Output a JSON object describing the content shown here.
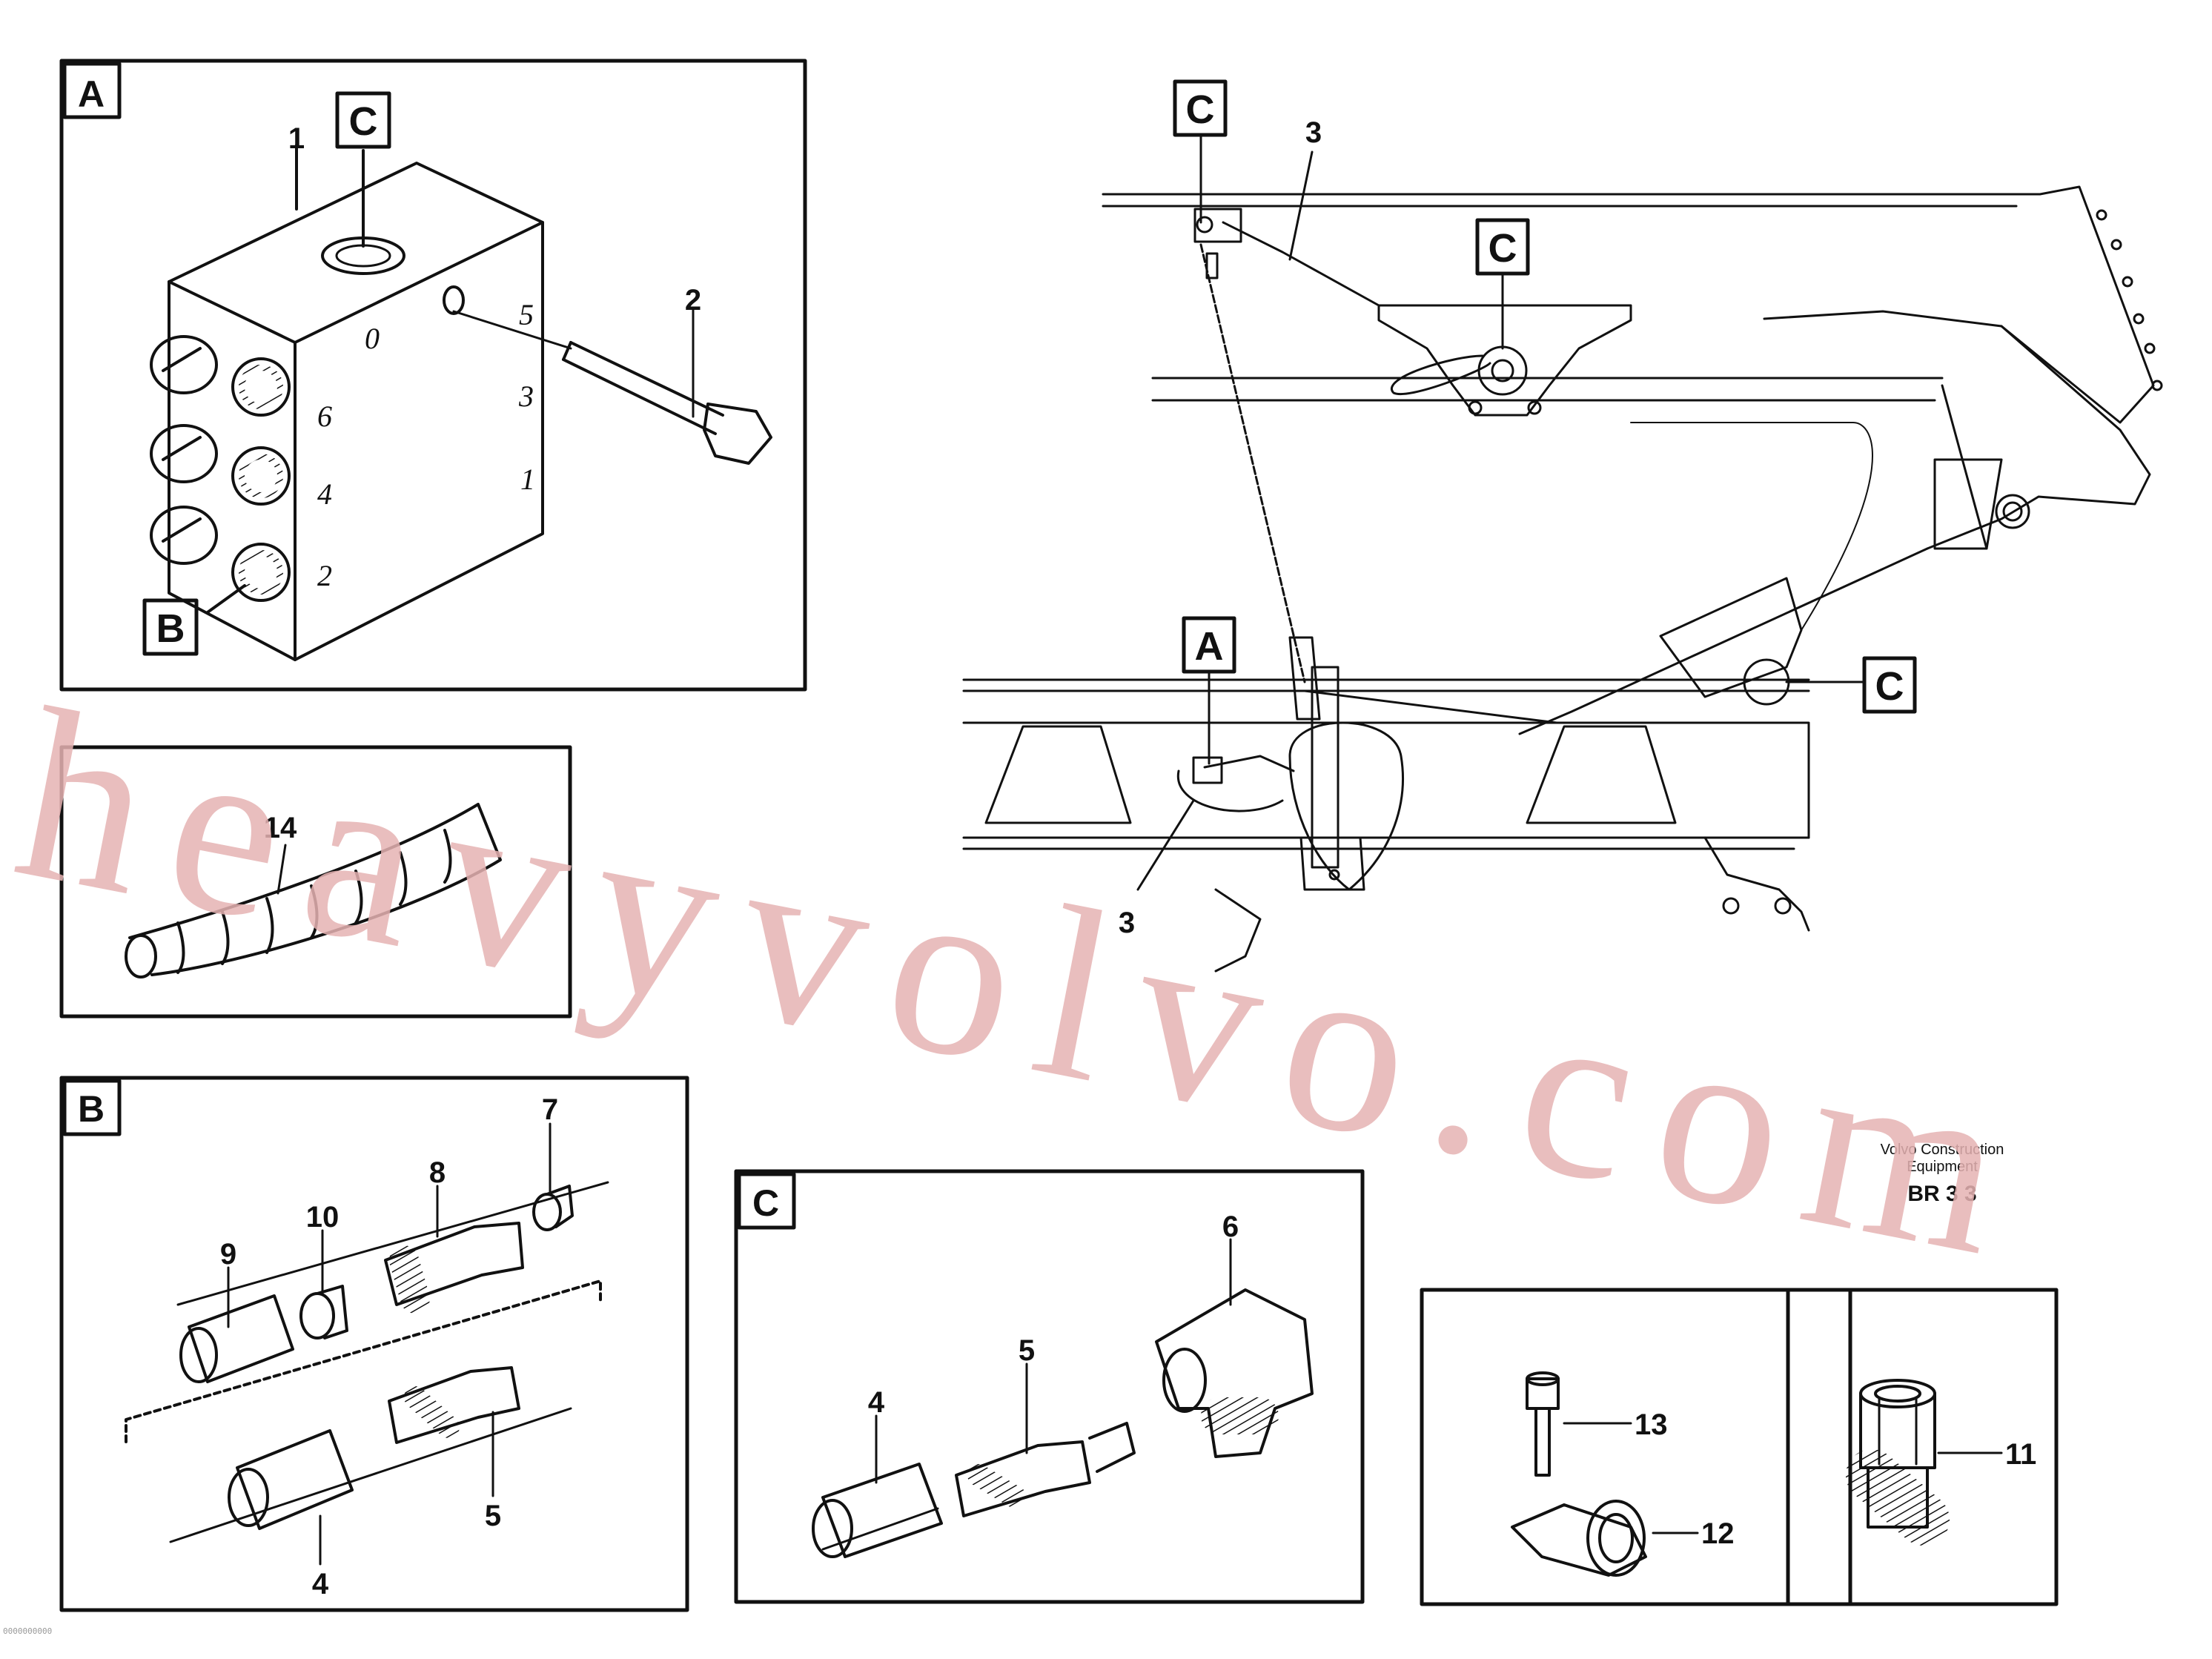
{
  "panels": {
    "A": {
      "tag": "A",
      "callout_c": "C",
      "callout_b": "B",
      "item1": "1",
      "item2": "2",
      "ports": [
        "6",
        "4",
        "2",
        "5",
        "3",
        "1",
        "0"
      ]
    },
    "hose": {
      "item14": "14"
    },
    "B": {
      "tag": "B",
      "items": [
        "9",
        "10",
        "8",
        "7",
        "4",
        "5"
      ]
    },
    "C": {
      "tag": "C",
      "items": [
        "6",
        "5",
        "4"
      ]
    },
    "D": {
      "items": [
        "13",
        "12"
      ]
    },
    "E": {
      "items": [
        "11"
      ]
    }
  },
  "machine": {
    "callout_c": "C",
    "callout_a": "A",
    "item3": "3"
  },
  "stamp": {
    "line1": "Volvo Construction",
    "line2": "Equipment",
    "code": "BR 3 3"
  },
  "watermark": "heavyvolvo.com",
  "footer": "0000000000"
}
